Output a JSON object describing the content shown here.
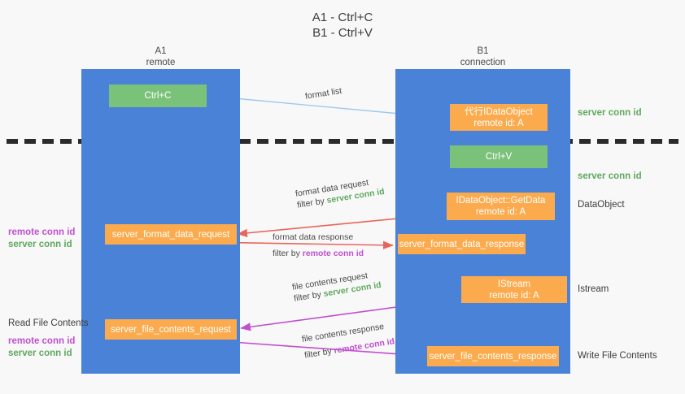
{
  "title": {
    "line1": "A1 - Ctrl+C",
    "line2": "B1 - Ctrl+V"
  },
  "colors": {
    "lane": "#4a82d8",
    "orange": "#fbab4e",
    "green_box": "#7ac27a",
    "server_conn_id": "#5fa85f",
    "remote_conn_id": "#c04fd0",
    "arrow_format_list": "#9ec8ee",
    "arrow_format_data": "#e8655b",
    "arrow_file_contents": "#c04fd0",
    "arrow_internal": "#1a1a1a",
    "divider": "#2b2b2b",
    "background": "#f8f8f8",
    "text": "#3c3c3c"
  },
  "columns": [
    {
      "name": "A1",
      "sub": "remote"
    },
    {
      "name": "B1",
      "sub": "connection"
    }
  ],
  "nodes": [
    {
      "id": "ctrl-c",
      "label": "Ctrl+C",
      "sub": "",
      "kind": "green"
    },
    {
      "id": "idataobject",
      "label": "代行IDataObject",
      "sub": "remote id: A",
      "kind": "orange"
    },
    {
      "id": "ctrl-v",
      "label": "Ctrl+V",
      "sub": "",
      "kind": "green"
    },
    {
      "id": "idataobject-getdata",
      "label": "IDataObject::GetData",
      "sub": "remote id: A",
      "kind": "orange"
    },
    {
      "id": "server-format-data-request",
      "label": "server_format_data_request",
      "sub": "",
      "kind": "orange"
    },
    {
      "id": "server-format-data-response",
      "label": "server_format_data_response",
      "sub": "",
      "kind": "orange"
    },
    {
      "id": "istream",
      "label": "IStream",
      "sub": "remote id: A",
      "kind": "orange"
    },
    {
      "id": "server-file-contents-request",
      "label": "server_file_contents_request",
      "sub": "",
      "kind": "orange"
    },
    {
      "id": "server-file-contents-response",
      "label": "server_file_contents_response",
      "sub": "",
      "kind": "orange"
    }
  ],
  "edge_labels": {
    "format_list": "format list",
    "format_data_request": "format data request",
    "format_data_request_filter_prefix": "filter by ",
    "format_data_request_filter_value": "server conn id",
    "format_data_response": "format data response",
    "format_data_response_filter_prefix": "filter by ",
    "format_data_response_filter_value": "remote conn id",
    "file_contents_request": "file contents request",
    "file_contents_request_filter_prefix": "filter by ",
    "file_contents_request_filter_value": "server conn id",
    "file_contents_response": "file contents response",
    "file_contents_response_filter_prefix": "filter by ",
    "file_contents_response_filter_value": "remote conn id"
  },
  "right_labels": {
    "server_conn_id_top": "server conn id",
    "server_conn_id_mid": "server conn id",
    "dataobject": "DataObject",
    "istream": "Istream",
    "write_file_contents": "Write File Contents"
  },
  "left_labels": {
    "remote_conn_id_1": "remote conn id",
    "server_conn_id_1": "server conn id",
    "read_file_contents": "Read File Contents",
    "remote_conn_id_2": "remote conn id",
    "server_conn_id_2": "server conn id"
  }
}
